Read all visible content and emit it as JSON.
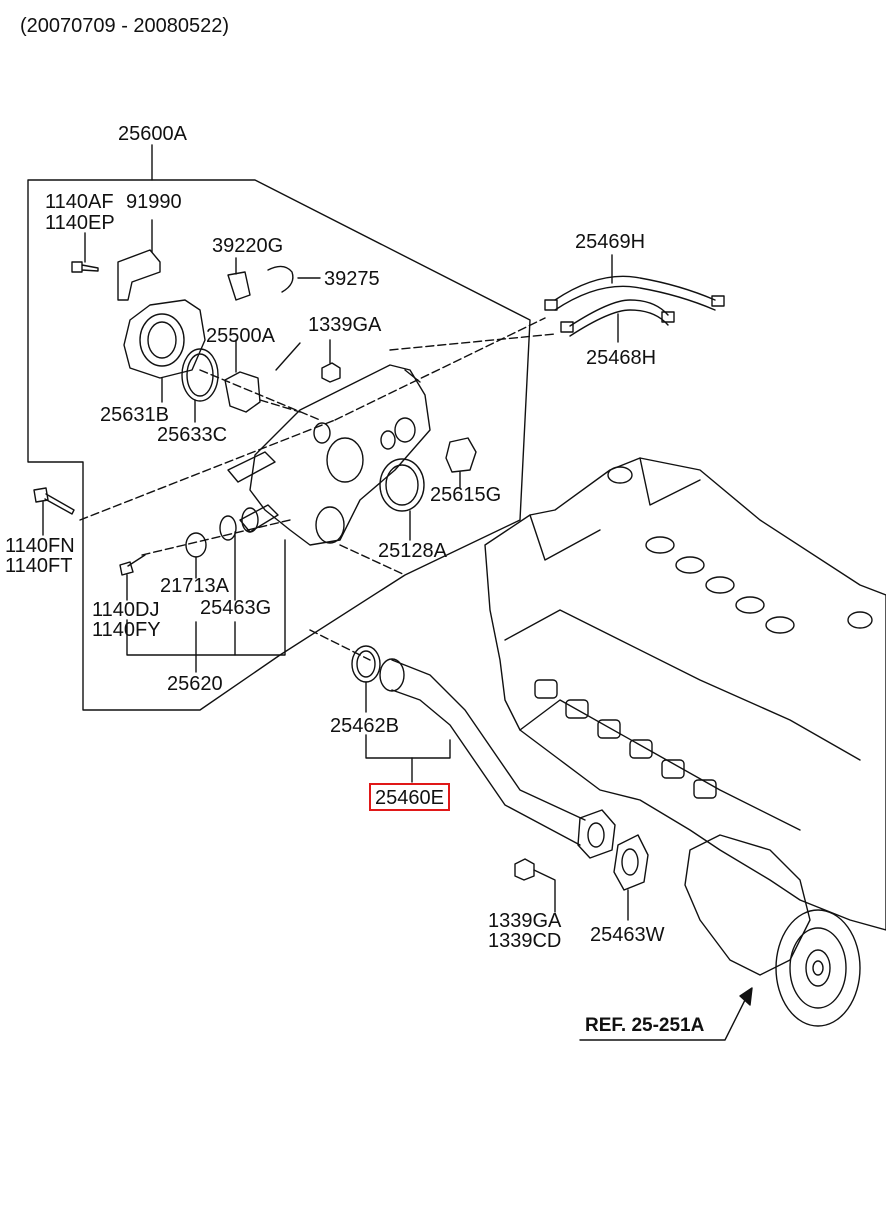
{
  "header": {
    "date_range": "(20070709 - 20080522)"
  },
  "labels": {
    "p25600A": "25600A",
    "p1140AF": "1140AF",
    "p91990": "91990",
    "p1140EP": "1140EP",
    "p39220G": "39220G",
    "p39275": "39275",
    "p25500A": "25500A",
    "p1339GA_top": "1339GA",
    "p25631B": "25631B",
    "p25633C": "25633C",
    "p25469H": "25469H",
    "p25468H": "25468H",
    "p25615G": "25615G",
    "p1140FN": "1140FN",
    "p1140FT": "1140FT",
    "p25128A": "25128A",
    "p21713A": "21713A",
    "p1140DJ": "1140DJ",
    "p1140FY": "1140FY",
    "p25463G": "25463G",
    "p25620": "25620",
    "p25462B": "25462B",
    "p25460E": "25460E",
    "p1339GA_bottom": "1339GA",
    "p1339CD": "1339CD",
    "p25463W": "25463W",
    "ref": "REF. 25-251A"
  },
  "highlight": {
    "part": "25460E",
    "color": "#e01818"
  }
}
